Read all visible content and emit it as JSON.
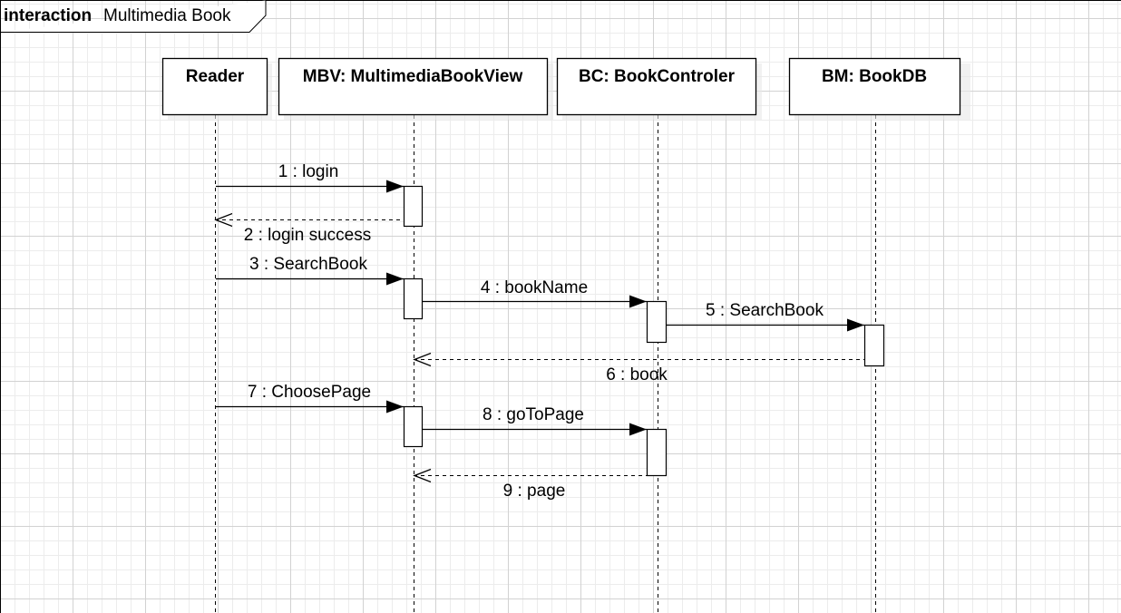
{
  "frame": {
    "keyword": "interaction",
    "name": "Multimedia Book"
  },
  "lifelines": [
    {
      "id": "reader",
      "label": "Reader"
    },
    {
      "id": "mbv",
      "label": "MBV: MultimediaBookView"
    },
    {
      "id": "bc",
      "label": "BC: BookControler"
    },
    {
      "id": "bm",
      "label": "BM: BookDB"
    }
  ],
  "messages": [
    {
      "id": "m1",
      "label": "1 : login",
      "from": "reader",
      "to": "mbv",
      "kind": "sync"
    },
    {
      "id": "m2",
      "label": "2 : login success",
      "from": "mbv",
      "to": "reader",
      "kind": "reply"
    },
    {
      "id": "m3",
      "label": "3 : SearchBook",
      "from": "reader",
      "to": "mbv",
      "kind": "sync"
    },
    {
      "id": "m4",
      "label": "4 : bookName",
      "from": "mbv",
      "to": "bc",
      "kind": "sync"
    },
    {
      "id": "m5",
      "label": "5 : SearchBook",
      "from": "bc",
      "to": "bm",
      "kind": "sync"
    },
    {
      "id": "m6",
      "label": "6 : book",
      "from": "bm",
      "to": "mbv",
      "kind": "reply"
    },
    {
      "id": "m7",
      "label": "7 : ChoosePage",
      "from": "reader",
      "to": "mbv",
      "kind": "sync"
    },
    {
      "id": "m8",
      "label": "8 : goToPage",
      "from": "mbv",
      "to": "bc",
      "kind": "sync"
    },
    {
      "id": "m9",
      "label": "9 : page",
      "from": "bc",
      "to": "mbv",
      "kind": "reply"
    }
  ]
}
